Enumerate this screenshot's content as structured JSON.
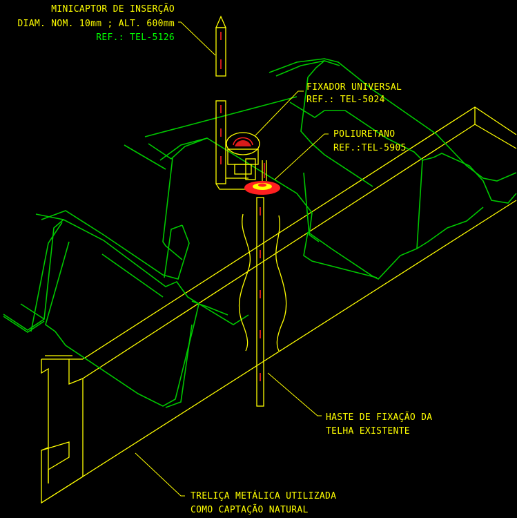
{
  "colors": {
    "background": "#000000",
    "truss": "#ffff00",
    "roof_tile": "#00c800",
    "rod_highlight": "#ff2020",
    "label_primary": "#ffff00",
    "label_secondary": "#00ff00"
  },
  "labels": {
    "minicaptor": {
      "line1": "MINICAPTOR DE INSERÇÃO",
      "line2": "DIAM. NOM. 10mm ; ALT. 600mm",
      "line3": "REF.: TEL-5126"
    },
    "fixador": {
      "line1": "FIXADOR UNIVERSAL",
      "line2": "REF.: TEL-5024"
    },
    "poliuretano": {
      "line1": "POLIURETANO",
      "line2": "REF.:TEL-5905"
    },
    "haste": {
      "line1": "HASTE DE FIXAÇÃO DA",
      "line2": "TELHA EXISTENTE"
    },
    "trelica": {
      "line1": "TRELIÇA METÁLICA UTILIZADA",
      "line2": "COMO CAPTAÇÃO NATURAL"
    }
  }
}
